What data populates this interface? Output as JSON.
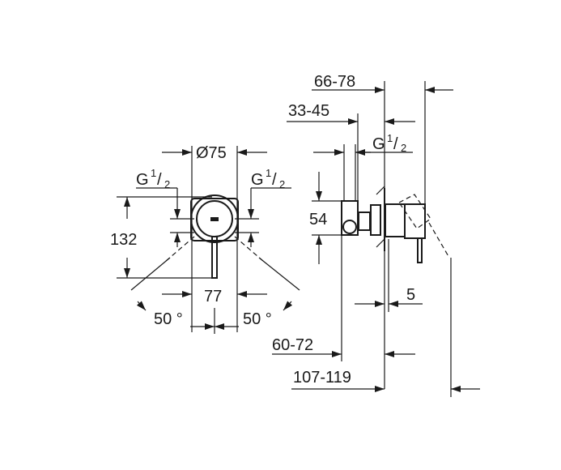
{
  "front_view": {
    "diameter_label": "Ø75",
    "thread_left": {
      "main": "G",
      "num": "1",
      "den": "2"
    },
    "thread_right": {
      "main": "G",
      "num": "1",
      "den": "2"
    },
    "height_label": "132",
    "width_label": "77",
    "angle_left": "50 °",
    "angle_right": "50 °"
  },
  "side_view": {
    "depth_total_label": "66-78",
    "depth_inner_label": "33-45",
    "thread": {
      "main": "G",
      "num": "1",
      "den": "2"
    },
    "height_label": "54",
    "plate_label": "5",
    "wall_depth_label": "60-72",
    "overall_label": "107-119"
  }
}
